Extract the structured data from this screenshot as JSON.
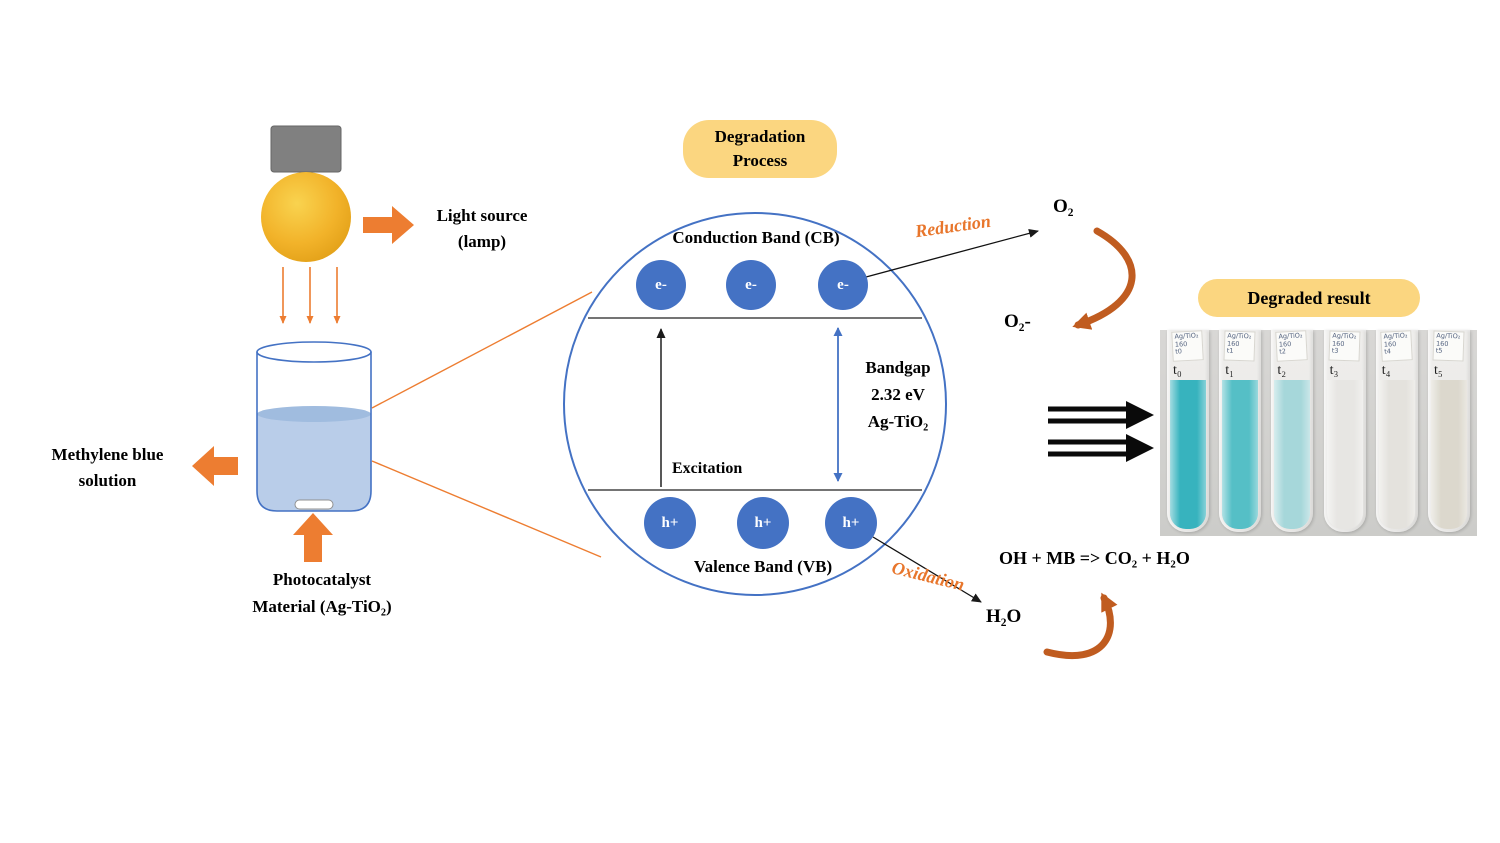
{
  "colors": {
    "accent_orange": "#ed7d31",
    "curve_orange": "#c05c20",
    "diagram_blue": "#4472c4",
    "box_yellow": "#fbd680",
    "liquid_blue": "#b9cde9"
  },
  "labels": {
    "light_source": [
      "Light source",
      "(lamp)"
    ],
    "methylene": [
      "Methylene blue",
      "solution"
    ],
    "photocatalyst": [
      "Photocatalyst",
      "Material (Ag-TiO₂)"
    ]
  },
  "process_box": [
    "Degradation",
    "Process"
  ],
  "band": {
    "conduction": "Conduction Band (CB)",
    "valence": "Valence Band (VB)",
    "electron": "e-",
    "hole": "h+",
    "bandgap": [
      "Bandgap",
      "2.32 eV",
      "Ag-TiO₂"
    ],
    "excitation": "Excitation"
  },
  "chem": {
    "reduction": "Reduction",
    "oxidation": "Oxidation",
    "o2": "O₂",
    "o2_radical": "O₂-",
    "h2o": "H₂O",
    "equation": "OH + MB => CO₂ + H₂O"
  },
  "result": {
    "title": "Degraded result",
    "tubes": [
      {
        "tag": "t₀",
        "slip": "Ag/TiO₂\n160\nt0",
        "color": "#37b3be"
      },
      {
        "tag": "t₁",
        "slip": "Ag/TiO₂\n160\nt1",
        "color": "#55bfc6"
      },
      {
        "tag": "t₂",
        "slip": "Ag/TiO₂\n160\nt2",
        "color": "#a6d7da"
      },
      {
        "tag": "t₃",
        "slip": "Ag/TiO₂\n160\nt3",
        "color": "#e7e6e3"
      },
      {
        "tag": "t₄",
        "slip": "Ag/TiO₂\n160\nt4",
        "color": "#e4e2dd"
      },
      {
        "tag": "t₅",
        "slip": "Ag/TiO₂\n160\nt5",
        "color": "#dcd8cd"
      }
    ]
  }
}
